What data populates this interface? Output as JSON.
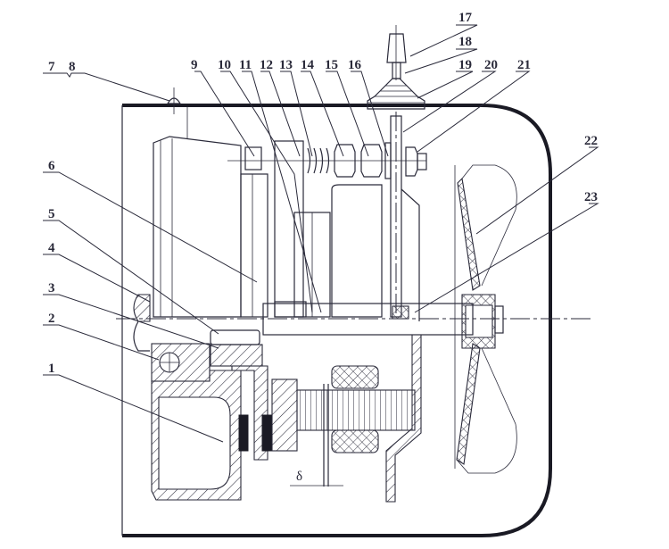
{
  "figure": {
    "title": "Electromagnetic clutch fan assembly – sectional drawing",
    "callouts": [
      {
        "id": "1",
        "label": "1"
      },
      {
        "id": "2",
        "label": "2"
      },
      {
        "id": "3",
        "label": "3"
      },
      {
        "id": "4",
        "label": "4"
      },
      {
        "id": "5",
        "label": "5"
      },
      {
        "id": "6",
        "label": "6"
      },
      {
        "id": "7",
        "label": "7"
      },
      {
        "id": "8",
        "label": "8"
      },
      {
        "id": "9",
        "label": "9"
      },
      {
        "id": "10",
        "label": "10"
      },
      {
        "id": "11",
        "label": "11"
      },
      {
        "id": "12",
        "label": "12"
      },
      {
        "id": "13",
        "label": "13"
      },
      {
        "id": "14",
        "label": "14"
      },
      {
        "id": "15",
        "label": "15"
      },
      {
        "id": "16",
        "label": "16"
      },
      {
        "id": "17",
        "label": "17"
      },
      {
        "id": "18",
        "label": "18"
      },
      {
        "id": "19",
        "label": "19"
      },
      {
        "id": "20",
        "label": "20"
      },
      {
        "id": "21",
        "label": "21"
      },
      {
        "id": "22",
        "label": "22"
      },
      {
        "id": "23",
        "label": "23"
      }
    ],
    "gap_symbol": "δ",
    "colors": {
      "ink": "#2a2a3a",
      "heavy": "#1a1a24",
      "paper": "#ffffff"
    }
  }
}
